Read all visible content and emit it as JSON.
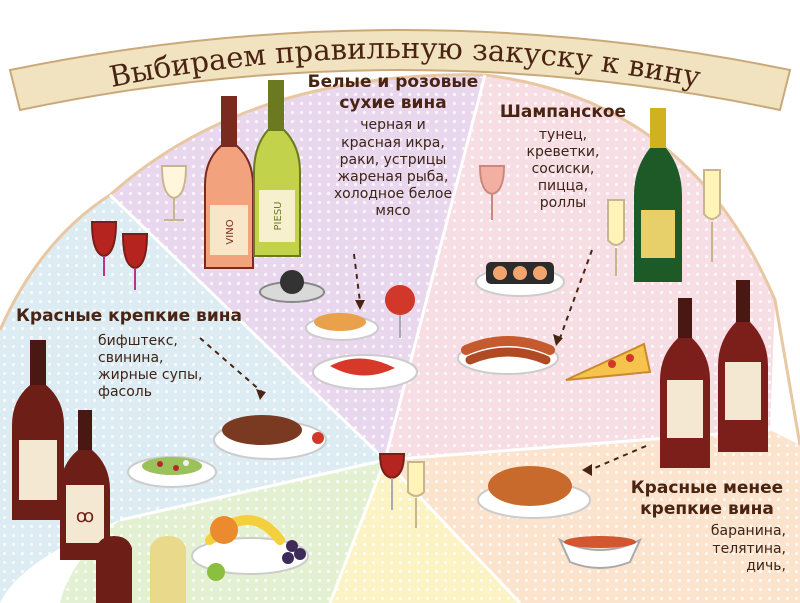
{
  "banner": {
    "title": "Выбираем правильную закуску к вину"
  },
  "sections": [
    {
      "id": "white",
      "heading": [
        "Белые и розовые",
        "сухие вина"
      ],
      "items": [
        "черная и",
        "красная икра,",
        "раки, устрицы",
        "жареная рыба,",
        "холодное белое",
        "мясо"
      ],
      "bottle_labels": [
        "VINO",
        "PIESU"
      ]
    },
    {
      "id": "champagne",
      "heading": [
        "Шампанское"
      ],
      "items": [
        "тунец,",
        "креветки,",
        "сосиски,",
        "пицца,",
        "роллы"
      ]
    },
    {
      "id": "red-strong",
      "heading": [
        "Красные крепкие вина"
      ],
      "items": [
        "бифштекс,",
        "свинина,",
        "жирные супы,",
        "фасоль"
      ]
    },
    {
      "id": "red-light",
      "heading": [
        "Красные менее",
        "крепкие вина"
      ],
      "items": [
        "баранина,",
        "телятина,",
        "дичь,"
      ]
    }
  ],
  "colors": {
    "banner": "#f1e2c0",
    "white_wine_wedge": "#e9d7ee",
    "champagne_wedge": "#f7dde4",
    "red_strong_wedge": "#dcecf2",
    "red_light_wedge": "#fbe3cd",
    "yellow_wedge": "#fbf3c3",
    "green_wedge": "#e4f0d2",
    "text": "#4a2412"
  }
}
